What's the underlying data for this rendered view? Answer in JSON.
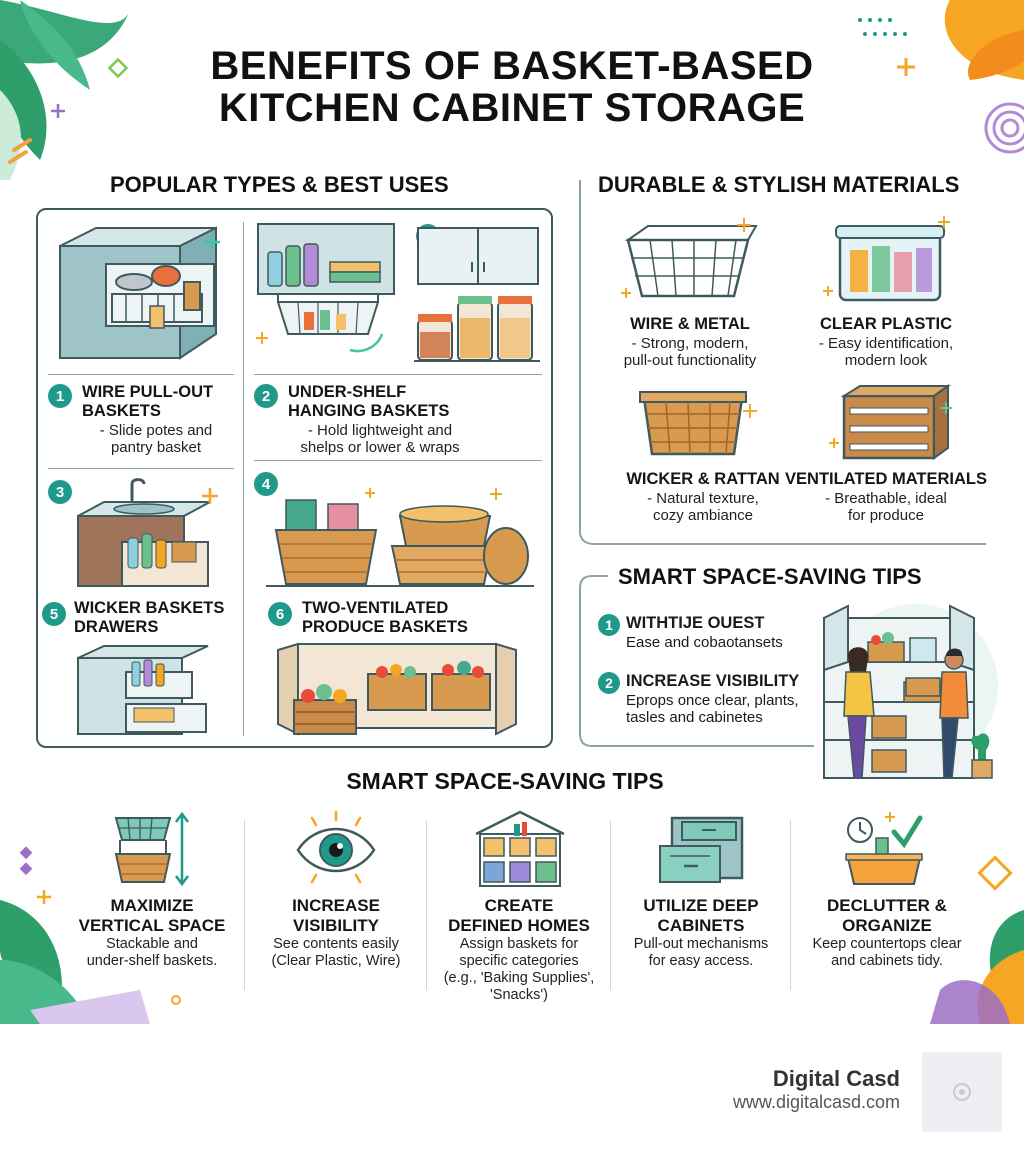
{
  "title": {
    "line1": "BENEFITS OF BASKET-BASED",
    "line2": "KITCHEN CABINET STORAGE"
  },
  "types_section": {
    "heading": "POPULAR TYPES & BEST USES",
    "items": [
      {
        "number": "1",
        "title_line1": "WIRE PULL-OUT",
        "title_line2": "BASKETS",
        "desc_line1": "- Slide potes and",
        "desc_line2": "pantry basket"
      },
      {
        "number": "2",
        "title_line1": "UNDER-SHELF",
        "title_line2": "HANGING BASKETS",
        "desc_line1": "- Hold lightweight and",
        "desc_line2": "shelps or lower & wraps"
      },
      {
        "number": "3"
      },
      {
        "number": "3"
      },
      {
        "number": "4"
      },
      {
        "number": "5",
        "title_line1": "WICKER BASKETS",
        "title_line2": "DRAWERS"
      },
      {
        "number": "6",
        "title_line1": "TWO-VENTILATED",
        "title_line2": "PRODUCE BASKETS"
      }
    ]
  },
  "materials_section": {
    "heading": "DURABLE & STYLISH MATERIALS",
    "items": [
      {
        "icon": "wire-basket-icon",
        "title": "WIRE & METAL",
        "desc_line1": "- Strong, modern,",
        "desc_line2": "pull-out functionality"
      },
      {
        "icon": "plastic-bin-icon",
        "title": "CLEAR PLASTIC",
        "desc_line1": "- Easy identification,",
        "desc_line2": "modern look"
      },
      {
        "icon": "wicker-basket-icon",
        "title": "WICKER & RATTAN",
        "desc_line1": "- Natural texture,",
        "desc_line2": "cozy ambiance"
      },
      {
        "icon": "crate-icon",
        "title": "VENTILATED MATERIALS",
        "desc_line1": "- Breathable, ideal",
        "desc_line2": "for produce"
      }
    ]
  },
  "tips_side_section": {
    "heading": "SMART SPACE-SAVING TIPS",
    "items": [
      {
        "number": "1",
        "title": "WITHTIJE OUEST",
        "desc_line1": "Ease and cobaotansets"
      },
      {
        "number": "2",
        "title": "INCREASE VISIBILITY",
        "desc_line1": "Eprops once clear, plants,",
        "desc_line2": "tasles and cabinetes"
      }
    ]
  },
  "tips_bottom_section": {
    "heading": "SMART SPACE-SAVING TIPS",
    "items": [
      {
        "icon": "stacked-baskets-icon",
        "title_line1": "MAXIMIZE",
        "title_line2": "VERTICAL SPACE",
        "desc": [
          "Stackable and",
          "under-shelf baskets."
        ]
      },
      {
        "icon": "eye-icon",
        "title_line1": "INCREASE",
        "title_line2": "VISIBILITY",
        "desc": [
          "See contents easily",
          "(Clear Plastic, Wire)"
        ]
      },
      {
        "icon": "labeled-bins-icon",
        "title_line1": "CREATE",
        "title_line2": "DEFINED HOMES",
        "desc": [
          "Assign baskets for",
          "specific categories",
          "(e.g., 'Baking Supplies',",
          "'Snacks')"
        ]
      },
      {
        "icon": "deep-cabinet-icon",
        "title_line1": "UTILIZE DEEP",
        "title_line2": "CABINETS",
        "desc": [
          "Pull-out mechanisms",
          "for easy access."
        ]
      },
      {
        "icon": "tidy-basket-icon",
        "title_line1": "DECLUTTER &",
        "title_line2": "ORGANIZE",
        "desc": [
          "Keep countertops clear",
          "and cabinets tidy."
        ]
      }
    ]
  },
  "footer": {
    "brand": "Digital Casd",
    "url": "www.digitalcasd.com"
  },
  "colors": {
    "teal": "#1f9a8a",
    "panel_border": "#3f5a5e",
    "wicker": "#d79a4e",
    "cabinet": "#9fc4c8",
    "leaf_green": "#2e9e6a",
    "orange": "#f39c34",
    "purple": "#9b6fc4"
  }
}
